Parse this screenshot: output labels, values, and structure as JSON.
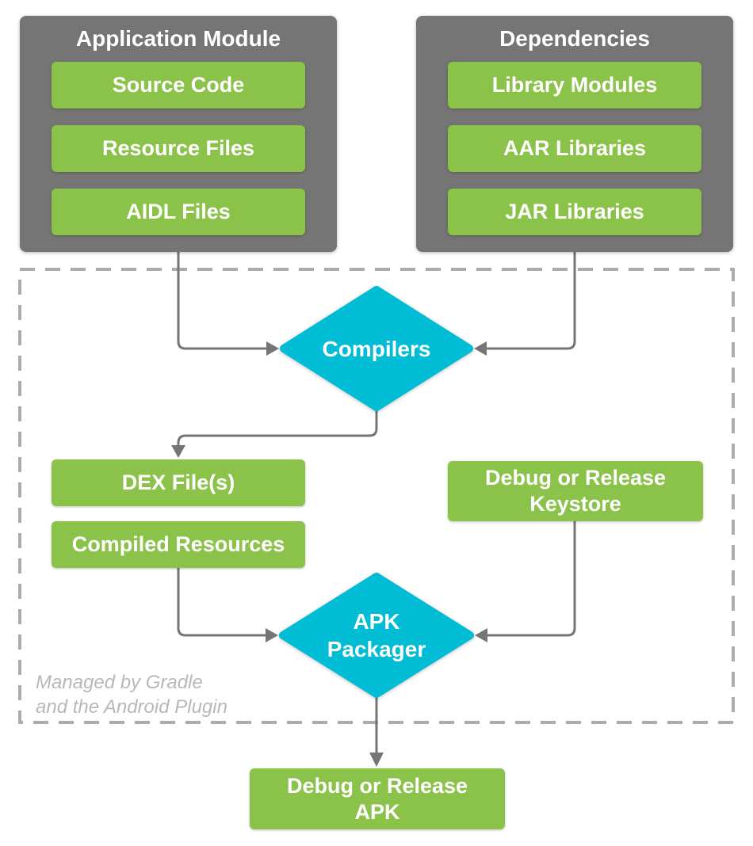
{
  "colors": {
    "green": "#8BC34A",
    "gray": "#757575",
    "cyan": "#00BCD4",
    "line": "#757575",
    "dash": "#ABABAB",
    "note": "#B8B8B8",
    "box_text": "#FFFFFF",
    "background": "#FFFFFF"
  },
  "app_module": {
    "title": "Application Module",
    "items": [
      "Source Code",
      "Resource Files",
      "AIDL Files"
    ]
  },
  "dependencies": {
    "title": "Dependencies",
    "items": [
      "Library Modules",
      "AAR Libraries",
      "JAR Libraries"
    ]
  },
  "build_region": {
    "note": {
      "line1": "Managed by Gradle",
      "line2": "and the Android Plugin"
    },
    "compilers_label": "Compilers",
    "apk_packager": {
      "line1": "APK",
      "line2": "Packager"
    },
    "dex_label": "DEX File(s)",
    "compiled_resources_label": "Compiled Resources",
    "keystore": {
      "line1": "Debug or Release",
      "line2": "Keystore"
    }
  },
  "output_apk": {
    "line1": "Debug or Release",
    "line2": "APK"
  }
}
